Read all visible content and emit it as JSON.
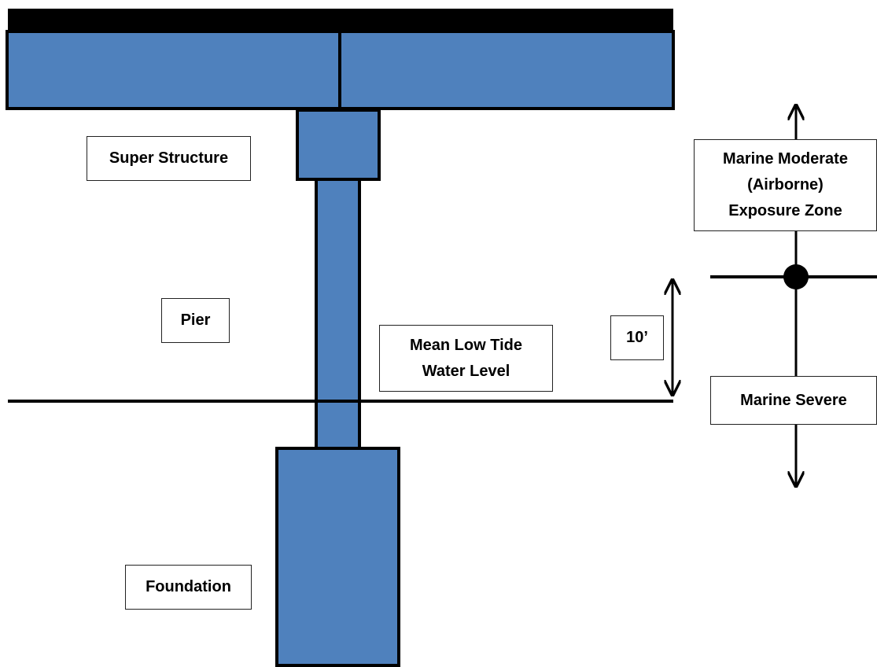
{
  "labels": {
    "superstructure": "Super Structure",
    "pier": "Pier",
    "mean_low_tide_line1": "Mean Low Tide",
    "mean_low_tide_line2": "Water Level",
    "height": "10’",
    "marine_moderate_line1": "Marine Moderate",
    "marine_moderate_line2": "(Airborne)",
    "marine_moderate_line3": "Exposure Zone",
    "marine_severe": "Marine Severe",
    "foundation": "Foundation"
  },
  "colors": {
    "structure_fill": "#4f81bd",
    "outline": "#000000",
    "deck_top": "#000000"
  }
}
